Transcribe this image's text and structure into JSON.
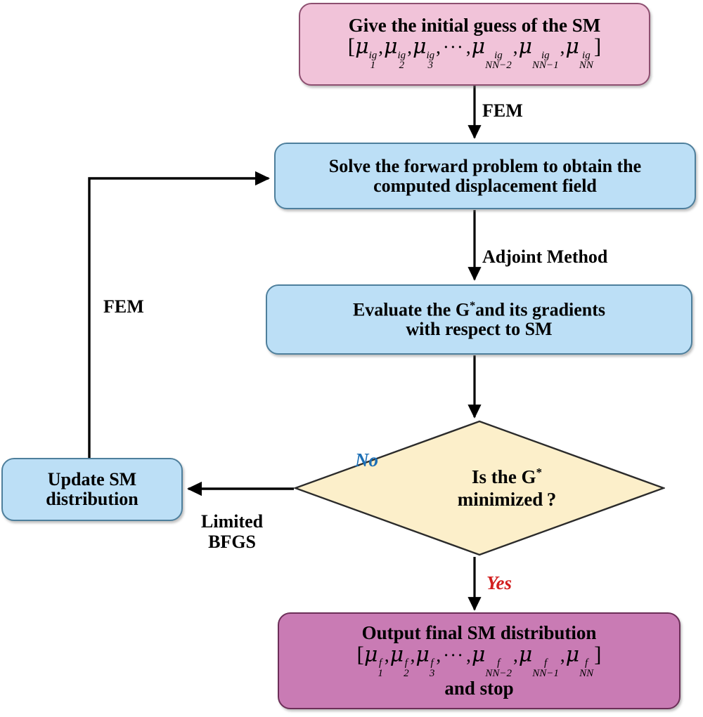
{
  "diagram": {
    "title": "Iterative inverse-problem solution flowchart for shear modulus (SM) reconstruction",
    "colors": {
      "pink": "#F1C3D9",
      "blue": "#BCDFF6",
      "cream": "#FCEFCA",
      "magenta": "#C97BB4",
      "no_label": "#1C6FB5",
      "yes_label": "#D21E1E",
      "edge": "#000000"
    },
    "nodes": {
      "initial_guess": {
        "shape": "rounded-rect",
        "line1": "Give the initial guess of the SM",
        "vector": {
          "open": "[",
          "close": "]",
          "superscript": "ig",
          "subscripts": [
            "1",
            "2",
            "3",
            "NN−2",
            "NN−1",
            "NN"
          ],
          "ellipsis": "···",
          "symbol": "μ"
        }
      },
      "forward_problem": {
        "shape": "rounded-rect",
        "line1": "Solve the forward problem to obtain the",
        "line2": "computed displacement field"
      },
      "evaluate_g": {
        "shape": "rounded-rect",
        "line1": "Evaluate the G",
        "line1_sup": "*",
        "line1_cont": "and its gradients",
        "line2": "with respect to SM"
      },
      "decision": {
        "shape": "diamond",
        "line1": "Is the G",
        "line1_sup": "*",
        "line2": "minimized ?"
      },
      "update_sm": {
        "shape": "rounded-rect",
        "line1": "Update SM",
        "line2": "distribution"
      },
      "output_final": {
        "shape": "rounded-rect",
        "line1": "Output final SM distribution",
        "vector": {
          "open": "[",
          "close": "]",
          "superscript": "f",
          "subscripts": [
            "1",
            "2",
            "3",
            "NN−2",
            "NN−1",
            "NN"
          ],
          "ellipsis": "···",
          "symbol": "μ"
        },
        "line3": "and stop"
      }
    },
    "edge_labels": {
      "fem_top": "FEM",
      "adjoint_method": "Adjoint Method",
      "fem_left": "FEM",
      "no": "No",
      "limited_bfgs_line1": "Limited",
      "limited_bfgs_line2": "BFGS",
      "yes": "Yes"
    }
  }
}
